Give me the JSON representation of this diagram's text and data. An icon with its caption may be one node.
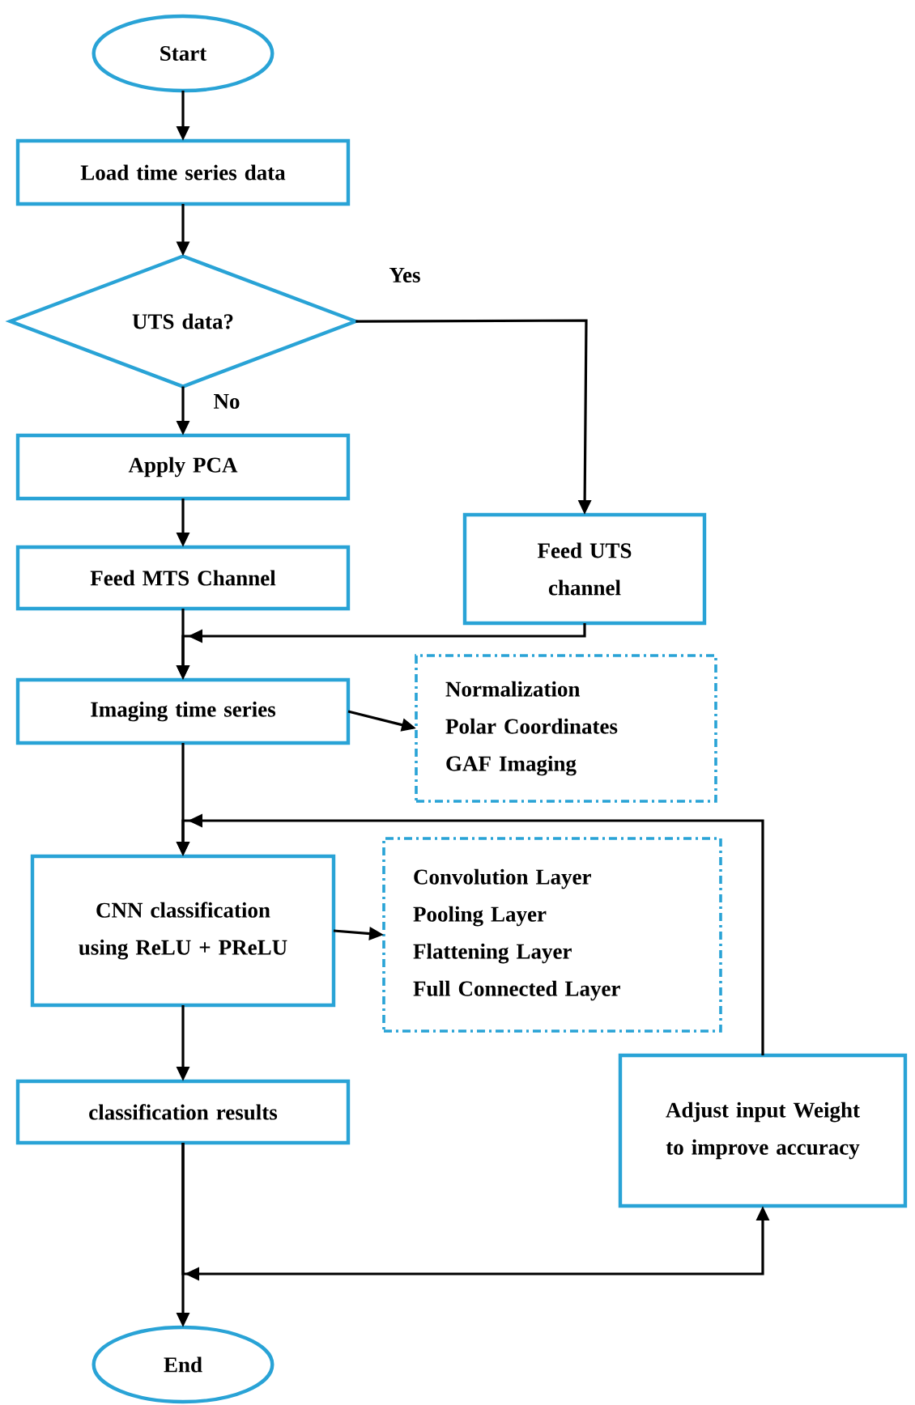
{
  "diagram": {
    "nodes": [
      {
        "text": [
          "Start"
        ]
      },
      {
        "text": [
          "Load time series data"
        ]
      },
      {
        "text": [
          "UTS data?"
        ]
      },
      {
        "text": [
          "Apply PCA"
        ]
      },
      {
        "text": [
          "Feed MTS Channel"
        ]
      },
      {
        "text": [
          "Feed UTS channel"
        ]
      },
      {
        "text": [
          "Imaging time series"
        ]
      },
      {
        "text": [
          "Normalization",
          "Polar Coordinates",
          "GAF Imaging"
        ]
      },
      {
        "text": [
          "CNN classification using ReLU + PReLU"
        ]
      },
      {
        "text": [
          "Convolution  Layer",
          "Pooling Layer",
          "Flattening Layer",
          "Full Connected Layer"
        ]
      },
      {
        "text": [
          "classification results"
        ]
      },
      {
        "text": [
          "Adjust input Weight to improve accuracy"
        ]
      },
      {
        "text": [
          "End"
        ]
      }
    ],
    "edges": [
      {
        "from": 0,
        "to": 1,
        "arrow": "to"
      },
      {
        "from": 1,
        "to": 2,
        "arrow": "to"
      },
      {
        "from": 2,
        "to": 3,
        "arrow": "to",
        "label": "No"
      },
      {
        "from": 2,
        "to": 5,
        "arrow": "to",
        "label": "Yes"
      },
      {
        "from": 3,
        "to": 4,
        "arrow": "to"
      },
      {
        "from": 4,
        "to": 6,
        "arrow": "to"
      },
      {
        "from": 5,
        "to": 6,
        "arrow": "to"
      },
      {
        "from": 6,
        "to": 7,
        "arrow": "to"
      },
      {
        "from": 6,
        "to": 8,
        "arrow": "to"
      },
      {
        "from": 8,
        "to": 9,
        "arrow": "to"
      },
      {
        "from": 8,
        "to": 10,
        "arrow": "to"
      },
      {
        "from": 10,
        "to": 12,
        "arrow": "to"
      },
      {
        "from": 11,
        "to": 8,
        "arrow": "to"
      },
      {
        "from": 10,
        "to": 11,
        "arrow": "to"
      }
    ]
  }
}
